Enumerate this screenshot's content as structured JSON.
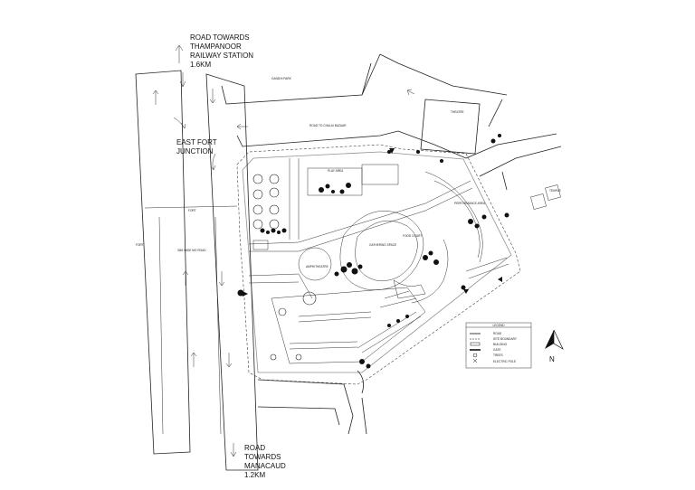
{
  "labels": {
    "road_north": [
      "ROAD TOWARDS",
      "THAMPANOOR",
      "RAILWAY STATION",
      "1.6KM"
    ],
    "road_south": [
      "ROAD",
      "TOWARDS",
      "MANACAUD",
      "1.2KM"
    ],
    "junction": [
      "EAST FORT",
      "JUNCTION"
    ],
    "fort_top": "FORT",
    "fort_left": "FORT",
    "wide_road": "30M WIDE MG ROAD",
    "gandhi_park": "GANDHI PARK",
    "chalai_road": "ROAD TO CHALAI BAZAAR",
    "theatre": "THEATRE",
    "temple": "TEMPLE",
    "play_area": "PLAY AREA",
    "amphitheatre": "AMPHITHEATRE",
    "gathering_space": "GATHERING SPACE",
    "food_court": "FOOD COURT",
    "performance_area": "PERFORMANCE AREA",
    "north_label": "N"
  },
  "legend": {
    "title": "LEGEND",
    "items": [
      "ROAD",
      "SITE BOUNDARY",
      "BUILDING",
      "GATE",
      "TREES",
      "ELECTRIC POLE"
    ]
  }
}
